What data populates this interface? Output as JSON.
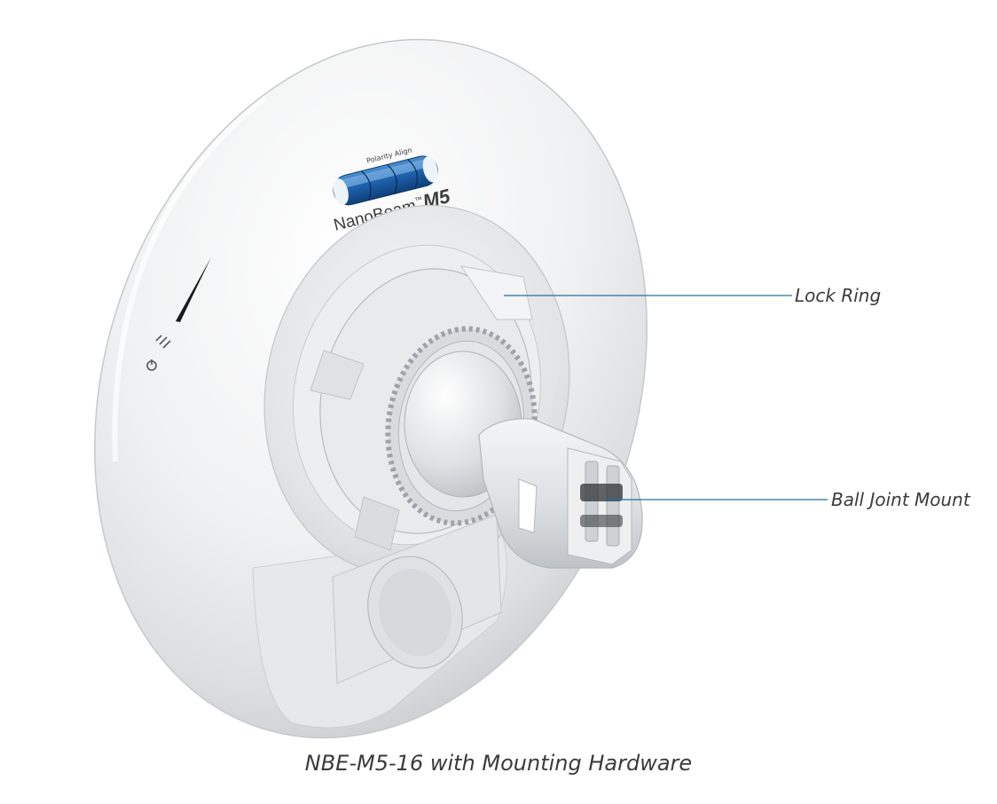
{
  "product_badge": {
    "bubble_level_text": "Polarity Align",
    "brand": "NanoBeam",
    "trademark": "™",
    "model": "M5",
    "accent_color": "#1d5fa8"
  },
  "callouts": {
    "lock_ring": "Lock Ring",
    "ball_joint_mount": "Ball Joint Mount",
    "line_color": "#2a6f9e"
  },
  "status_icons": [
    "power-icon",
    "signal-icon"
  ],
  "caption": "NBE-M5-16 with Mounting Hardware"
}
